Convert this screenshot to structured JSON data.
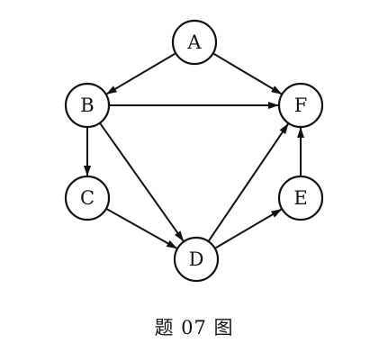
{
  "diagram": {
    "nodes": [
      {
        "id": "A",
        "label": "A"
      },
      {
        "id": "B",
        "label": "B"
      },
      {
        "id": "C",
        "label": "C"
      },
      {
        "id": "D",
        "label": "D"
      },
      {
        "id": "E",
        "label": "E"
      },
      {
        "id": "F",
        "label": "F"
      }
    ],
    "edges": [
      {
        "from": "A",
        "to": "B"
      },
      {
        "from": "A",
        "to": "F"
      },
      {
        "from": "B",
        "to": "F"
      },
      {
        "from": "B",
        "to": "C"
      },
      {
        "from": "B",
        "to": "D"
      },
      {
        "from": "C",
        "to": "D"
      },
      {
        "from": "D",
        "to": "F"
      },
      {
        "from": "D",
        "to": "E"
      },
      {
        "from": "E",
        "to": "F"
      }
    ],
    "caption": "题 07 图"
  }
}
